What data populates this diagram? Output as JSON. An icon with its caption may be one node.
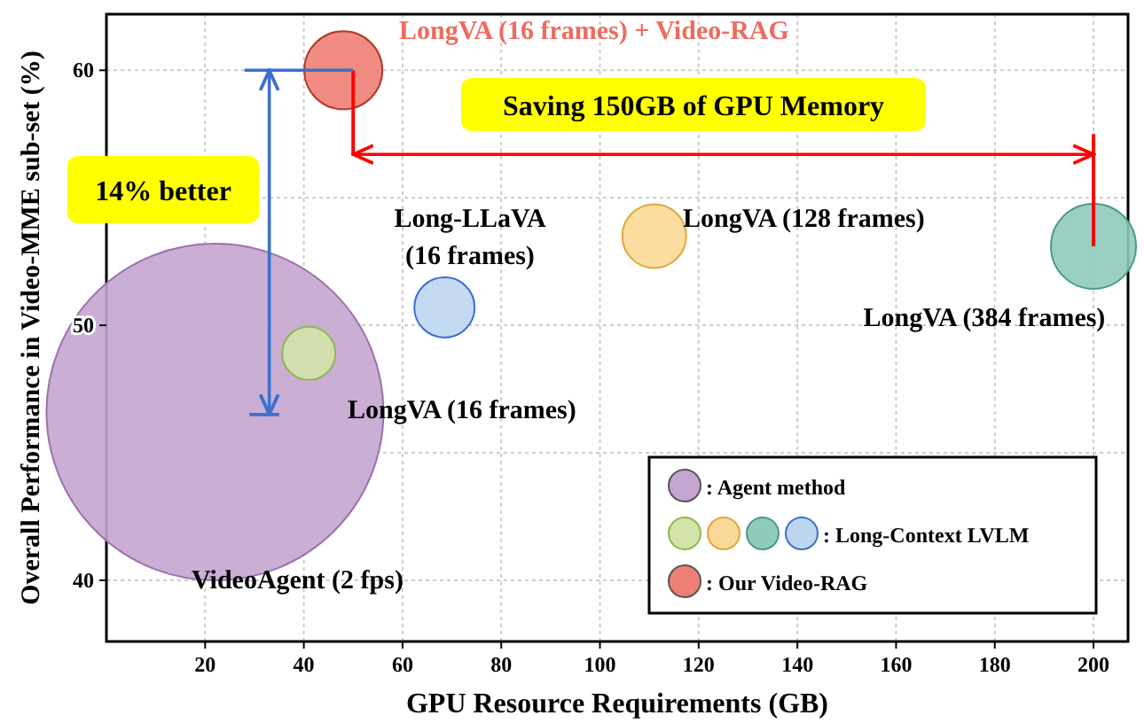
{
  "diagram": {
    "chart_data": {
      "type": "scatter",
      "xlabel": "GPU Resource Requirements (GB)",
      "ylabel": "Overall Performance in Video-MME  sub-set (%)",
      "xlim": [
        0,
        207
      ],
      "ylim": [
        37.6,
        62.2
      ],
      "xticks": [
        20,
        40,
        60,
        80,
        100,
        120,
        140,
        160,
        180,
        200
      ],
      "yticks": [
        40,
        50,
        60
      ],
      "x": [
        48,
        68.5,
        111,
        200,
        41,
        22
      ],
      "series": [
        {
          "name": "LongVA (16 frames) + Video-RAG",
          "color": "#ee7f74",
          "values": [
            60,
            null,
            null,
            null,
            null,
            null
          ]
        },
        {
          "name": "Long-LLaVA (16 frames)",
          "color": "#bcd6ee",
          "values": [
            null,
            50.7,
            null,
            null,
            null,
            null
          ]
        },
        {
          "name": "LongVA (128 frames)",
          "color": "#f9d995",
          "values": [
            null,
            null,
            53.5,
            null,
            null,
            null
          ]
        },
        {
          "name": "LongVA (384 frames)",
          "color": "#8ecbbd",
          "values": [
            null,
            null,
            null,
            53.1,
            null,
            null
          ]
        },
        {
          "name": "LongVA (16 frames)",
          "color": "#d3e3a8",
          "values": [
            null,
            null,
            null,
            null,
            48.9,
            null
          ]
        },
        {
          "name": "VideoAgent (2 fps)",
          "color": "#c4a5cf",
          "values": [
            null,
            null,
            null,
            null,
            null,
            46.6
          ]
        }
      ],
      "grid": true,
      "annotations": [
        "Saving 150GB of GPU Memory",
        "14% better"
      ]
    },
    "legend": [
      {
        "text": ": Agent method",
        "color": "#c4a5cf"
      },
      {
        "text": ": Long-Context LVLM"
      },
      {
        "text": ": Our Video-RAG",
        "color": "#ee7f74"
      }
    ]
  }
}
